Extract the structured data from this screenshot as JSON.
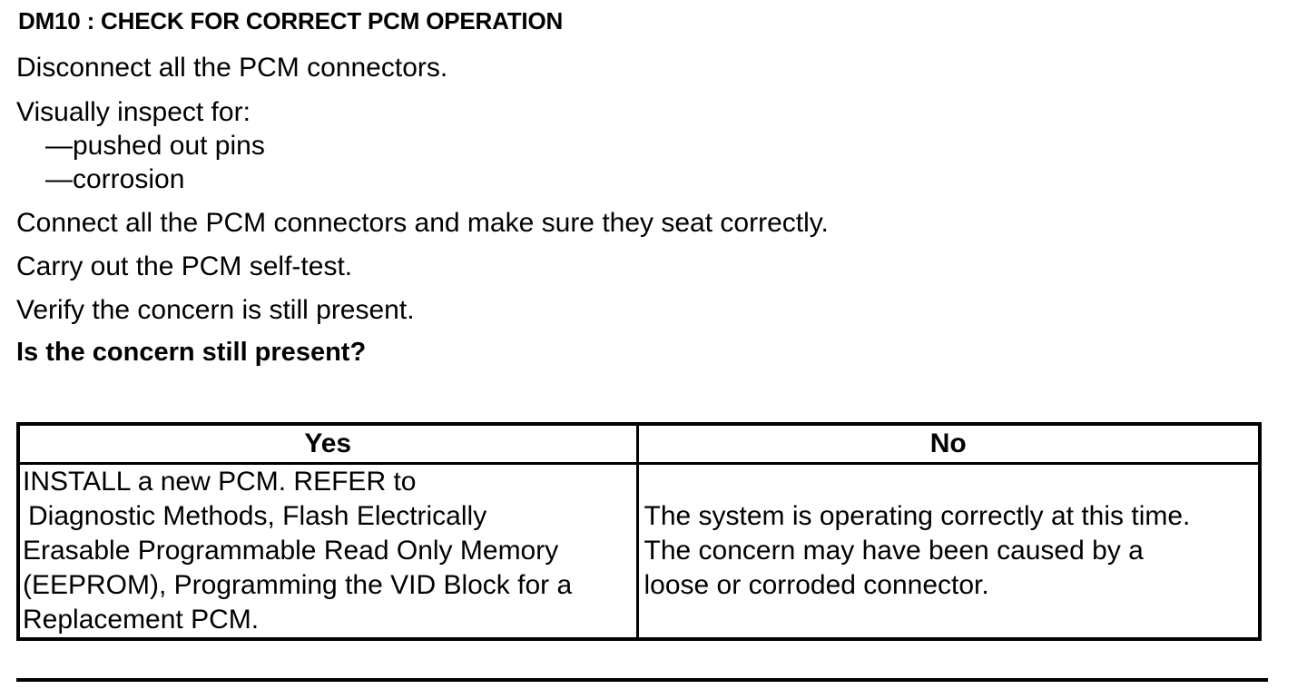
{
  "heading": "DM10 : CHECK FOR CORRECT PCM OPERATION",
  "steps": {
    "disconnect": "Disconnect all the PCM connectors.",
    "inspect_intro": "Visually inspect for:",
    "inspect_items": [
      "—pushed out pins",
      "—corrosion"
    ],
    "connect": "Connect all the PCM connectors and make sure they seat correctly.",
    "self_test": "Carry out the PCM self-test.",
    "verify": "Verify the concern is still present."
  },
  "question": "Is the concern still present?",
  "table": {
    "headers": [
      "Yes",
      "No"
    ],
    "yes_lines": [
      "INSTALL a new PCM. REFER to",
      "Diagnostic Methods, Flash Electrically",
      "Erasable Programmable Read Only Memory",
      "(EEPROM), Programming the VID Block for a",
      "Replacement PCM."
    ],
    "no_lines": [
      "The system is operating correctly at this time.",
      "The concern may have been caused by a",
      "loose or corroded connector."
    ]
  }
}
